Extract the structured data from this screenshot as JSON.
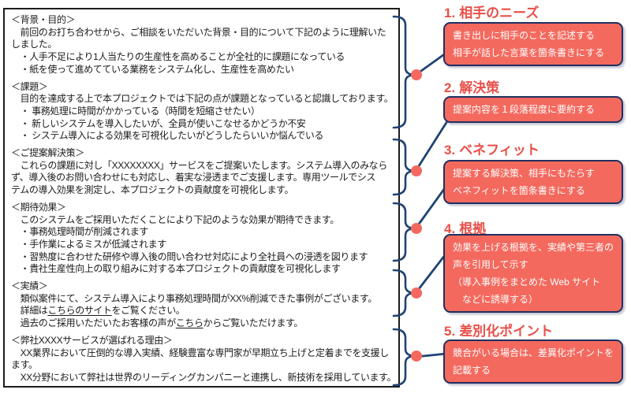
{
  "colors": {
    "callout_fill": "#f4695e",
    "callout_border": "#1f3060",
    "heading_red": "#e85049",
    "connector_blue": "#1f4474",
    "dot_fill": "#f4695f",
    "doc_border": "#1c1c1c",
    "doc_text": "#1a1a1a"
  },
  "document": {
    "lines": [
      {
        "text": "＜背景・目的＞"
      },
      {
        "text": "　前回のお打ち合わせから、ご相談をいただいた背景・目的について下記のように理解いた"
      },
      {
        "text": "しました。"
      },
      {
        "text": "　・人手不足により1人当たりの生産性を高めることが全社的に課題になっている"
      },
      {
        "text": "　・紙を使って進めてている業務をシステム化し、生産性を高めたい"
      },
      {
        "text": "",
        "blank": true
      },
      {
        "text": "＜課題＞"
      },
      {
        "text": "　目的を達成する上で本プロジェクトでは下記の点が課題となっていると認識しております。"
      },
      {
        "text": "　・ 事務処理に時間がかかっている（時間を短縮させたい）"
      },
      {
        "text": "　・ 新しいシステムを導入したいが、全員が使いこなせるかどうか不安"
      },
      {
        "text": "　・ システム導入による効果を可視化したいがどうしたらいいか悩んでいる"
      },
      {
        "text": "",
        "blank": true
      },
      {
        "text": "＜ご提案解決策＞"
      },
      {
        "text": "　これらの課題に対し「XXXXXXXX」サービスをご提案いたします。システム導入のみなら"
      },
      {
        "text": "ず、導入後のお問い合わせにも対応し、着実な浸透までご支援します。専用ツールでシス"
      },
      {
        "text": "テムの導入効果を測定し、本プロジェクトの貢献度を可視化します。"
      },
      {
        "text": "",
        "blank": true
      },
      {
        "text": "＜期待効果＞"
      },
      {
        "text": "　このシステムをご採用いただくことにより下記のような効果が期待できます。"
      },
      {
        "text": "　・事務処理時間が削減されます"
      },
      {
        "text": "　・手作業によるミスが低減されます"
      },
      {
        "text": "　・習熟度に合わせた研修や導入後の問い合わせ対応により全社員への浸透を図ります"
      },
      {
        "text": "　・貴社生産性向上の取り組みに対する本プロジェクトの貢献度を可視化します"
      },
      {
        "text": "",
        "blank": true
      },
      {
        "text": "＜実績＞"
      },
      {
        "text": "　類似案件にて、システム導入により事務処理時間がXX%削減できた事例がございます。"
      },
      {
        "pre": "　詳細は",
        "link": "こちらのサイト",
        "post": "をご覧ください。"
      },
      {
        "pre": "　過去のご採用いただいたお客様の声が",
        "link": "こちら",
        "post": "からご覧いただけます。"
      },
      {
        "text": "",
        "blank": true
      },
      {
        "text": "＜弊社XXXXサービスが選ばれる理由＞"
      },
      {
        "text": "　XX業界において圧倒的な導入実績、経験豊富な専門家が早期立ち上げと定着までを支援し"
      },
      {
        "text": "ます。"
      },
      {
        "text": "　XX分野において弊社は世界のリーディングカンパニーと連携し、新技術を採用しています。"
      }
    ]
  },
  "annotations": [
    {
      "num": "1.",
      "title": "相手のニーズ",
      "lines": [
        "書き出しに相手のことを記述する",
        "相手が話した言葉を箇条書きにする"
      ]
    },
    {
      "num": "2.",
      "title": "解決策",
      "lines": [
        "提案内容を１段落程度に要約する"
      ]
    },
    {
      "num": "3.",
      "title": "ベネフィット",
      "lines": [
        "提案する解決策、相手にもたらす",
        "ベネフィットを箇条書きにする"
      ]
    },
    {
      "num": "4.",
      "title": "根拠",
      "lines": [
        "効果を上げる根拠を、実績や第三者の",
        "声を引用して示す",
        "（導入事例をまとめた Web サイト",
        "　などに誘導する）"
      ]
    },
    {
      "num": "5.",
      "title": "差別化ポイント",
      "lines": [
        "競合がいる場合は、差異化ポイントを",
        "記載する"
      ]
    }
  ]
}
